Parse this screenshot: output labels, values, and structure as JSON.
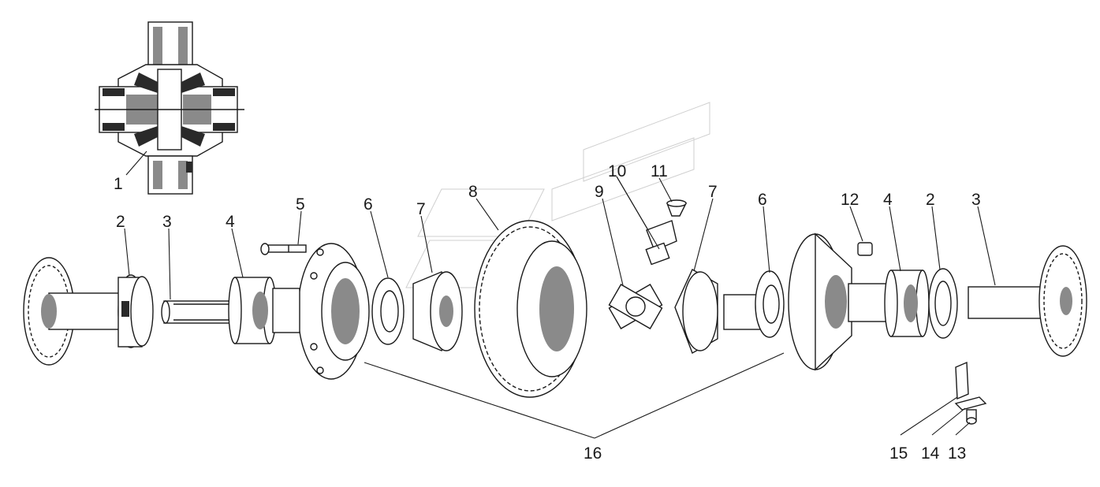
{
  "diagram": {
    "callouts": [
      {
        "id": "c1",
        "text": "1"
      },
      {
        "id": "c2a",
        "text": "2"
      },
      {
        "id": "c3a",
        "text": "3"
      },
      {
        "id": "c4a",
        "text": "4"
      },
      {
        "id": "c5",
        "text": "5"
      },
      {
        "id": "c6a",
        "text": "6"
      },
      {
        "id": "c7a",
        "text": "7"
      },
      {
        "id": "c8",
        "text": "8"
      },
      {
        "id": "c9",
        "text": "9"
      },
      {
        "id": "c10",
        "text": "10"
      },
      {
        "id": "c11",
        "text": "11"
      },
      {
        "id": "c7b",
        "text": "7"
      },
      {
        "id": "c6b",
        "text": "6"
      },
      {
        "id": "c12",
        "text": "12"
      },
      {
        "id": "c4b",
        "text": "4"
      },
      {
        "id": "c2b",
        "text": "2"
      },
      {
        "id": "c3b",
        "text": "3"
      },
      {
        "id": "c16",
        "text": "16"
      },
      {
        "id": "c15",
        "text": "15"
      },
      {
        "id": "c14",
        "text": "14"
      },
      {
        "id": "c13",
        "text": "13"
      }
    ]
  }
}
